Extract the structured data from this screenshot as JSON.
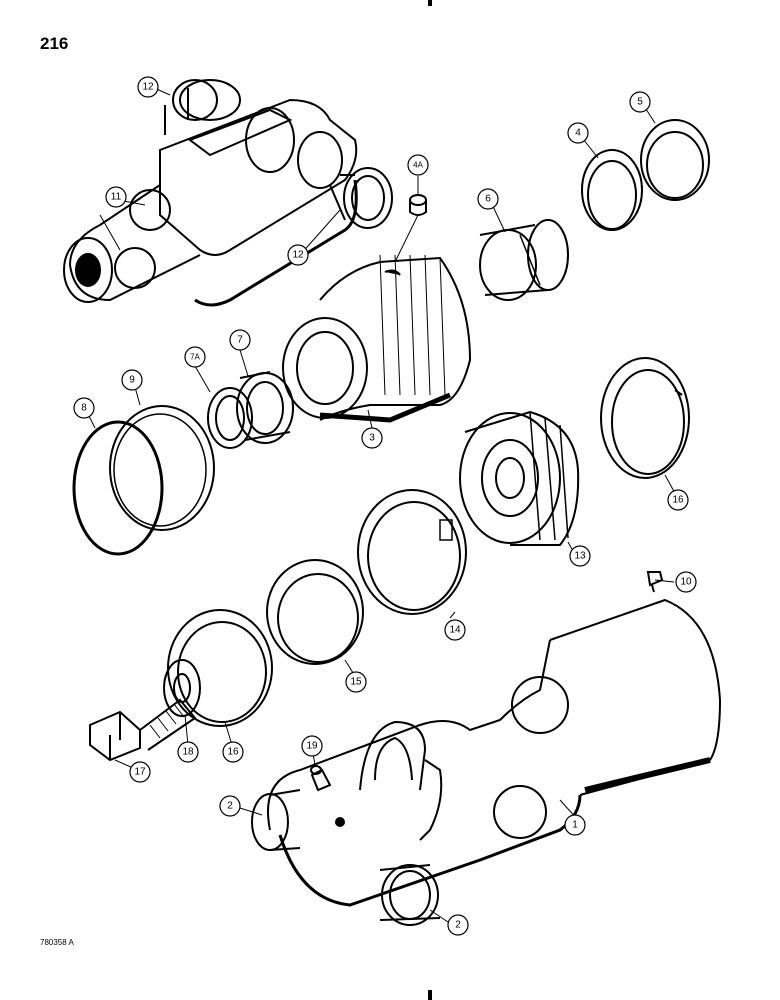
{
  "page": {
    "number": "216",
    "reference_code": "780358 A"
  },
  "callouts": [
    {
      "id": "c1",
      "label": "1"
    },
    {
      "id": "c2a",
      "label": "2"
    },
    {
      "id": "c2b",
      "label": "2"
    },
    {
      "id": "c3",
      "label": "3"
    },
    {
      "id": "c4",
      "label": "4"
    },
    {
      "id": "c4a",
      "label": "4A"
    },
    {
      "id": "c5",
      "label": "5"
    },
    {
      "id": "c6",
      "label": "6"
    },
    {
      "id": "c7",
      "label": "7"
    },
    {
      "id": "c7a",
      "label": "7A"
    },
    {
      "id": "c8",
      "label": "8"
    },
    {
      "id": "c9",
      "label": "9"
    },
    {
      "id": "c10",
      "label": "10"
    },
    {
      "id": "c11",
      "label": "11"
    },
    {
      "id": "c12a",
      "label": "12"
    },
    {
      "id": "c12b",
      "label": "12"
    },
    {
      "id": "c13",
      "label": "13"
    },
    {
      "id": "c14",
      "label": "14"
    },
    {
      "id": "c15",
      "label": "15"
    },
    {
      "id": "c16a",
      "label": "16"
    },
    {
      "id": "c16b",
      "label": "16"
    },
    {
      "id": "c17",
      "label": "17"
    },
    {
      "id": "c18",
      "label": "18"
    },
    {
      "id": "c19",
      "label": "19"
    }
  ]
}
